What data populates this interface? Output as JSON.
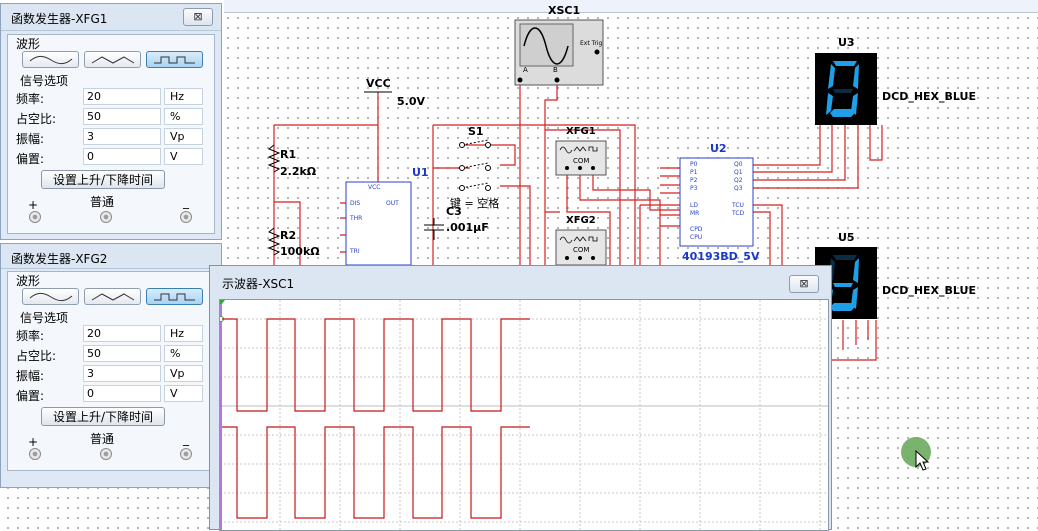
{
  "schematic": {
    "xsc1_label": "XSC1",
    "u3_label": "U3",
    "u5_label": "U5",
    "dcd_label_1": "DCD_HEX_BLUE",
    "dcd_label_2": "DCD_HEX_BLUE",
    "vcc_label": "VCC",
    "vcc_value": "5.0V",
    "s1_label": "S1",
    "key_label": "键 = 空格",
    "r1_label": "R1",
    "r1_value": "2.2kΩ",
    "r2_label": "R2",
    "r2_value": "100kΩ",
    "u1_label": "U1",
    "c3_label": "C3",
    "c3_value": ".001µF",
    "xfg1_label": "XFG1",
    "xfg2_label": "XFG2",
    "u2_label": "U2",
    "u2_part": "40193BD_5V",
    "ext_trig": "Ext Trig",
    "com_label": "COM",
    "scope_a": "A",
    "scope_b": "B",
    "u1_pins": [
      "VCC",
      "DIS",
      "THR",
      "TRI",
      "OUT"
    ],
    "u2_pins_left": [
      "P0",
      "P1",
      "P2",
      "P3",
      "LD",
      "MR",
      "CPD",
      "CPU"
    ],
    "u2_pins_right": [
      "Q0",
      "Q1",
      "Q2",
      "Q3",
      "TCU",
      "TCD"
    ],
    "digit_u3": "0",
    "digit_u5": "d"
  },
  "fg1": {
    "title": "函数发生器-XFG1",
    "close": "⊠",
    "waveform_label": "波形",
    "signal_label": "信号选项",
    "rows": [
      {
        "label": "频率:",
        "value": "20",
        "unit": "Hz"
      },
      {
        "label": "占空比:",
        "value": "50",
        "unit": "%"
      },
      {
        "label": "振幅:",
        "value": "3",
        "unit": "Vp"
      },
      {
        "label": "偏置:",
        "value": "0",
        "unit": "V"
      }
    ],
    "set_button": "设置上升/下降时间",
    "plus": "+",
    "common": "普通",
    "minus": "_"
  },
  "fg2": {
    "title": "函数发生器-XFG2",
    "close": "⊠",
    "waveform_label": "波形",
    "signal_label": "信号选项",
    "rows": [
      {
        "label": "频率:",
        "value": "20",
        "unit": "Hz"
      },
      {
        "label": "占空比:",
        "value": "50",
        "unit": "%"
      },
      {
        "label": "振幅:",
        "value": "3",
        "unit": "Vp"
      },
      {
        "label": "偏置:",
        "value": "0",
        "unit": "V"
      }
    ],
    "set_button": "设置上升/下降时间",
    "plus": "+",
    "common": "普通",
    "minus": "_"
  },
  "oscilloscope": {
    "title": "示波器-XSC1",
    "close": "⊠"
  },
  "colors": {
    "wire": "#d42020",
    "trace": "#c41818",
    "segment_on": "#1e9fe8",
    "segment_off": "#0b2c44",
    "label_blue": "#1c38c8",
    "cursor_dot": "#4aa04a"
  }
}
